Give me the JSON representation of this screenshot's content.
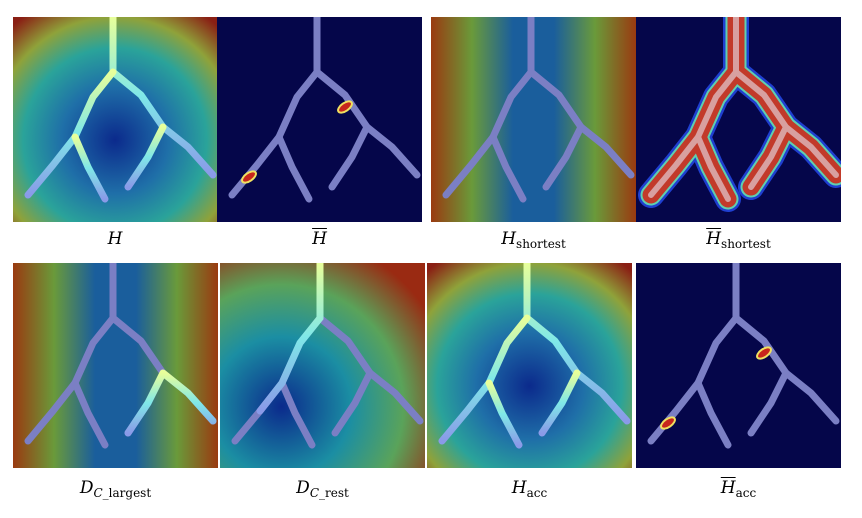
{
  "captions": {
    "top": [
      {
        "main": "H",
        "sub": ""
      },
      {
        "main": "H",
        "sub": ""
      },
      {
        "main": "H",
        "sub": "shortest"
      },
      {
        "main": "H",
        "sub": "shortest"
      }
    ],
    "bottom": [
      {
        "main": "D",
        "sub_italic": "C",
        "sub": "_largest"
      },
      {
        "main": "D",
        "sub_italic": "C",
        "sub": "_rest"
      },
      {
        "main": "H",
        "sub": "acc"
      },
      {
        "main": "H",
        "sub": "acc"
      }
    ]
  },
  "colors": {
    "vessel": "#7b7fc4",
    "background_dark": "#05064a",
    "heat_low": "#0b2a8c",
    "heat_mid": "#2aa39a",
    "heat_high": "#8a1f14",
    "hot_spot": "#c8261c"
  }
}
